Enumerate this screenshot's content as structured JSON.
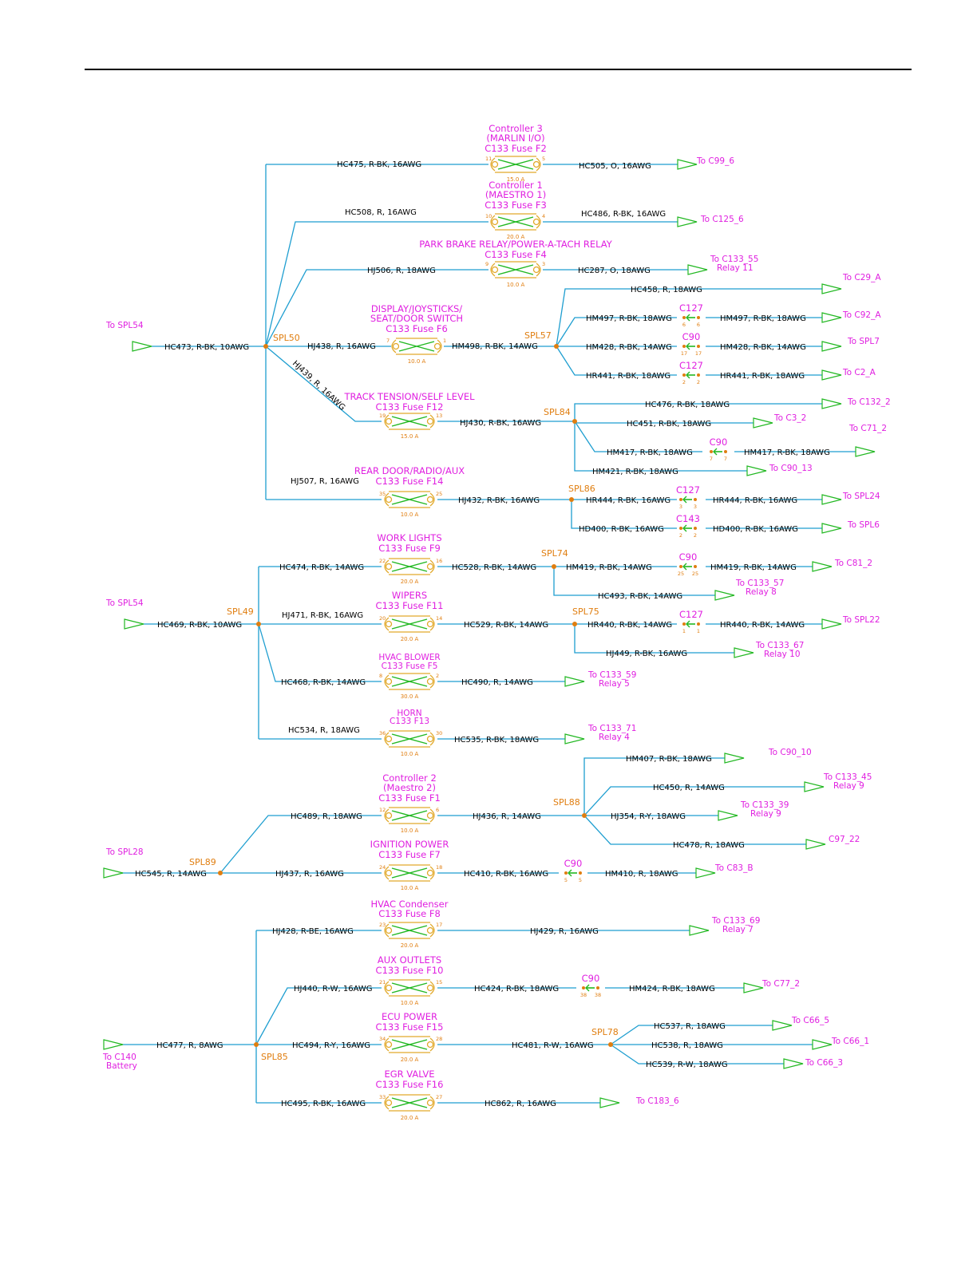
{
  "colors": {
    "wire": "#1e9ed0",
    "text": "#000000",
    "destination": "#e020e0",
    "splice": "#e07e10",
    "arrow": "#22b822",
    "fuse": "#e2a92a"
  },
  "icons": {
    "destination": "arrow-triangle-icon",
    "fuse": "fuse-icon",
    "connector": "connector-icon",
    "splice": "splice-dot-icon"
  },
  "sources": {
    "spl54_top": "To SPL54",
    "spl54_mid": "To SPL54",
    "spl28": "To SPL28",
    "c140": [
      "To C140",
      "Battery"
    ]
  },
  "splices": {
    "spl50": "SPL50",
    "spl57": "SPL57",
    "spl84": "SPL84",
    "spl86": "SPL86",
    "spl49": "SPL49",
    "spl74": "SPL74",
    "spl75": "SPL75",
    "spl89": "SPL89",
    "spl88": "SPL88",
    "spl85": "SPL85",
    "spl78": "SPL78"
  },
  "fuses": {
    "f2": {
      "title": [
        "Controller  3",
        "(MARLIN I/O)",
        "C133  Fuse  F2"
      ],
      "in_pin": "11",
      "out_pin": "5",
      "amps": "15.0 A"
    },
    "f3": {
      "title": [
        "Controller  1",
        "(MAESTRO  1)",
        "C133  Fuse  F3"
      ],
      "in_pin": "10",
      "out_pin": "4",
      "amps": "20.0 A"
    },
    "f4": {
      "title": [
        "PARK  BRAKE  RELAY/POWER-A-TACH  RELAY",
        "C133  Fuse  F4"
      ],
      "in_pin": "9",
      "out_pin": "3",
      "amps": "10.0 A"
    },
    "f6": {
      "title": [
        "DISPLAY/JOYSTICKS/",
        "SEAT/DOOR  SWITCH",
        "C133  Fuse  F6"
      ],
      "in_pin": "7",
      "out_pin": "1",
      "amps": "10.0 A"
    },
    "f12": {
      "title": [
        "TRACK  TENSION/SELF  LEVEL",
        "C133  Fuse  F12"
      ],
      "in_pin": "19",
      "out_pin": "13",
      "amps": "15.0 A"
    },
    "f14": {
      "title": [
        "REAR  DOOR/RADIO/AUX",
        "C133  Fuse  F14"
      ],
      "in_pin": "35",
      "out_pin": "25",
      "amps": "10.0 A"
    },
    "f9": {
      "title": [
        "WORK  LIGHTS",
        "C133  Fuse  F9"
      ],
      "in_pin": "22",
      "out_pin": "16",
      "amps": "20.0 A"
    },
    "f11": {
      "title": [
        "WIPERS",
        "C133  Fuse  F11"
      ],
      "in_pin": "20",
      "out_pin": "14",
      "amps": "20.0 A"
    },
    "f5": {
      "title": [
        "HVAC  BLOWER",
        "C133  Fuse  F5"
      ],
      "in_pin": "8",
      "out_pin": "2",
      "amps": "30.0 A"
    },
    "f13": {
      "title": [
        "HORN",
        "C133  F13"
      ],
      "in_pin": "36",
      "out_pin": "30",
      "amps": "10.0 A"
    },
    "f1": {
      "title": [
        "Controller  2",
        "(Maestro  2)",
        "C133  Fuse  F1"
      ],
      "in_pin": "12",
      "out_pin": "6",
      "amps": "10.0 A"
    },
    "f7": {
      "title": [
        "IGNITION  POWER",
        "C133  Fuse  F7"
      ],
      "in_pin": "24",
      "out_pin": "18",
      "amps": "10.0 A"
    },
    "f8": {
      "title": [
        "HVAC  Condenser",
        "C133    Fuse  F8"
      ],
      "in_pin": "23",
      "out_pin": "17",
      "amps": "20.0 A"
    },
    "f10": {
      "title": [
        "AUX  OUTLETS",
        "C133  Fuse  F10"
      ],
      "in_pin": "21",
      "out_pin": "15",
      "amps": "10.0 A"
    },
    "f15": {
      "title": [
        "ECU  POWER",
        "C133  Fuse  F15"
      ],
      "in_pin": "34",
      "out_pin": "28",
      "amps": "20.0 A"
    },
    "f16": {
      "title": [
        "EGR  VALVE",
        "C133  Fuse  F16"
      ],
      "in_pin": "33",
      "out_pin": "27",
      "amps": "20.0 A"
    }
  },
  "connectors": {
    "c127_a": {
      "name": "C127",
      "pins": [
        "6",
        "6"
      ]
    },
    "c90_a": {
      "name": "C90",
      "pins": [
        "17",
        "17"
      ]
    },
    "c127_b": {
      "name": "C127",
      "pins": [
        "2",
        "2"
      ]
    },
    "c90_b": {
      "name": "C90",
      "pins": [
        "7",
        "7"
      ]
    },
    "c127_c": {
      "name": "C127",
      "pins": [
        "3",
        "3"
      ]
    },
    "c143": {
      "name": "C143",
      "pins": [
        "2",
        "2"
      ]
    },
    "c90_c": {
      "name": "C90",
      "pins": [
        "25",
        "25"
      ]
    },
    "c127_d": {
      "name": "C127",
      "pins": [
        "1",
        "1"
      ]
    },
    "c90_d": {
      "name": "C90",
      "pins": [
        "5",
        "5"
      ]
    },
    "c90_e": {
      "name": "C90",
      "pins": [
        "38",
        "38"
      ]
    }
  },
  "wires": {
    "hc473": "HC473,  R-BK,  10AWG",
    "hc475": "HC475,  R-BK,  16AWG",
    "hc505": "HC505,  O,  16AWG",
    "hc508": "HC508,  R,  16AWG",
    "hc486": "HC486,  R-BK,  16AWG",
    "hj506": "HJ506,  R,  18AWG",
    "hc287": "HC287,  O,  18AWG",
    "hj438": "HJ438,  R,  16AWG",
    "hm498": "HM498,  R-BK,  14AWG",
    "hc458": "HC458,  R,  18AWG",
    "hm497_in": "HM497,  R-BK,  18AWG",
    "hm497_out": "HM497,  R-BK,  18AWG",
    "hm428_in": "HM428,  R-BK,  14AWG",
    "hm428_out": "HM428,  R-BK,  14AWG",
    "hr441_in": "HR441,  R-BK,  18AWG",
    "hr441_out": "HR441,  R-BK,  18AWG",
    "hj439": "HJ439,  R,  16AWG",
    "hj430": "HJ430,  R-BK,  16AWG",
    "hc476": "HC476,  R-BK,  18AWG",
    "hc451": "HC451,  R-BK,  18AWG",
    "hm417_in": "HM417,  R-BK,  18AWG",
    "hm417_out": "HM417,  R-BK,  18AWG",
    "hm421": "HM421,  R-BK,  18AWG",
    "hj507": "HJ507,  R,  16AWG",
    "hj432": "HJ432,  R-BK,  16AWG",
    "hr444_in": "HR444,  R-BK,  16AWG",
    "hr444_out": "HR444,  R-BK,  16AWG",
    "hd400_in": "HD400,  R-BK,  16AWG",
    "hd400_out": "HD400,  R-BK,  16AWG",
    "hc469": "HC469,  R-BK,  10AWG",
    "hc474": "HC474,  R-BK,  14AWG",
    "hc528": "HC528,  R-BK,  14AWG",
    "hm419_in": "HM419,  R-BK,  14AWG",
    "hm419_out": "HM419,  R-BK,  14AWG",
    "hc493": "HC493,  R-BK,  14AWG",
    "hj471": "HJ471,  R-BK,  16AWG",
    "hc529": "HC529,  R-BK,  14AWG",
    "hr440_in": "HR440,  R-BK,  14AWG",
    "hr440_out": "HR440,  R-BK,  14AWG",
    "hj449": "HJ449,  R-BK,  16AWG",
    "hc468": "HC468,  R-BK,  14AWG",
    "hc490": "HC490,  R,  14AWG",
    "hc534": "HC534,  R,  18AWG",
    "hc535": "HC535,  R-BK,  18AWG",
    "hm407": "HM407,  R-BK,  18AWG",
    "hc489": "HC489,  R,  18AWG",
    "hj436": "HJ436,  R,  14AWG",
    "hc450": "HC450,  R,  14AWG",
    "hj354": "HJ354,  R-Y,  18AWG",
    "hc478": "HC478,  R,  18AWG",
    "hc545": "HC545,  R,  14AWG",
    "hj437": "HJ437,  R,  16AWG",
    "hc410": "HC410,  R-BK,  16AWG",
    "hm410": "HM410,  R,  18AWG",
    "hj428": "HJ428,  R-BE,  16AWG",
    "hj429": "HJ429,  R,  16AWG",
    "hj440": "HJ440,  R-W,  16AWG",
    "hc424": "HC424,  R-BK,  18AWG",
    "hm424": "HM424,  R-BK,  18AWG",
    "hc477": "HC477,  R,  8AWG",
    "hc494": "HC494,  R-Y,  16AWG",
    "hc481": "HC481,  R-W,  16AWG",
    "hc537": "HC537,  R,  18AWG",
    "hc538": "HC538,  R,  18AWG",
    "hc539": "HC539,  R-W,  18AWG",
    "hc495": "HC495,  R-BK,  16AWG",
    "hc862": "HC862,  R,  16AWG"
  },
  "destinations": {
    "c99_6": "To  C99_6",
    "c125_6": "To  C125_6",
    "c133_55": [
      "To  C133_55",
      "Relay  11"
    ],
    "c29_a": "To  C29_A",
    "c92_a": "To  C92_A",
    "spl7": "To  SPL7",
    "c2_a": "To  C2_A",
    "c132_2": "To  C132_2",
    "c3_2": "To  C3_2",
    "c71_2": "To  C71_2",
    "c90_13": "To  C90_13",
    "spl24": "To  SPL24",
    "spl6": "To  SPL6",
    "c81_2": "To  C81_2",
    "c133_57": [
      "To  C133_57",
      "Relay  8"
    ],
    "spl22": "To  SPL22",
    "c133_67": [
      "To  C133_67",
      "Relay  10"
    ],
    "c133_59": [
      "To  C133_59",
      "Relay  5"
    ],
    "c133_71": [
      "To  C133_71",
      "Relay  4"
    ],
    "c90_10": "To  C90_10",
    "c133_45": [
      "To  C133_45",
      "Relay  9"
    ],
    "c133_39": [
      "To  C133_39",
      "Relay  9"
    ],
    "c97_22": "C97_22",
    "c83_b": "To  C83_B",
    "c133_69": [
      "To  C133_69",
      "Relay  7"
    ],
    "c77_2": "To  C77_2",
    "c66_5": "To  C66_5",
    "c66_1": "To  C66_1",
    "c66_3": "To  C66_3",
    "c183_6": "To  C183_6"
  }
}
